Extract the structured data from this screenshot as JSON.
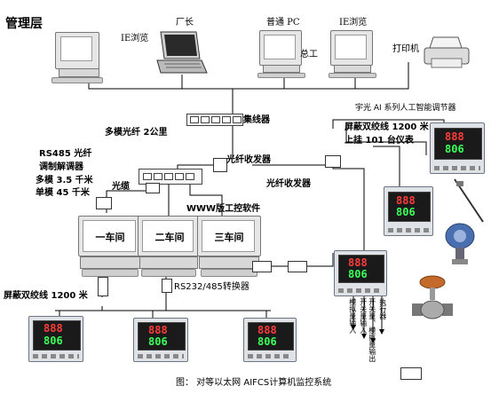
{
  "labels": {
    "management_layer": "管理层",
    "ie_browse_left": "IE浏览",
    "factory_director": "厂长",
    "ordinary_pc": "普通 PC",
    "chief_engineer": "总工",
    "ie_browse_right": "IE浏览",
    "printer": "打印机",
    "hub": "集线器",
    "multimode_fiber": "多模光纤 2公里",
    "fiber_transceiver_1": "光纤收发器",
    "fiber_transceiver_2": "光纤收发器",
    "rs485_line1": "RS485 光纤",
    "rs485_line2": "调制解调器",
    "rs485_line3": "多模 3.5 千米",
    "rs485_line4": "单模 45 千米",
    "fiber_cable": "光缆",
    "www_software": "WWW版工控软件",
    "workshop_1": "一车间",
    "workshop_2": "二车间",
    "workshop_3": "三车间",
    "shielded_left": "屏蔽双绞线 1200 米",
    "rs232_converter": "RS232/485转换器",
    "shielded_right": "屏蔽双绞线 1200 米",
    "mount_meters": "上挂 101 台仪表",
    "yuguang_series": "宇光 AI 系列人工智能调节器",
    "analog_input": "模拟量输入",
    "switch_input": "开关量输入",
    "switch_output": "开关量、模拟量输出",
    "actuator": "执行器",
    "caption": "图： 对等以太网 AIFCS计算机监控系统"
  },
  "controller_display": {
    "top_value": "888",
    "bottom_value": "806",
    "top_color": "#ff3b3b",
    "bottom_color": "#3cff59"
  },
  "icons": {
    "printer": "printer-icon",
    "laptop": "laptop-icon",
    "transmitter": "pressure-transmitter-icon",
    "valve": "control-valve-icon",
    "probe": "temperature-probe-icon"
  }
}
